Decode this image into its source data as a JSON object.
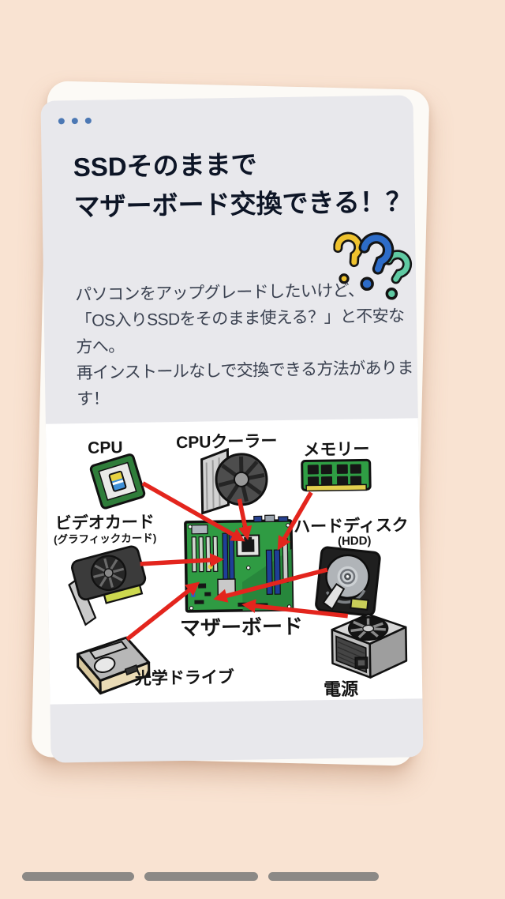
{
  "card": {
    "title_lines": [
      "SSDそのままで",
      "マザーボード交換できる！？"
    ],
    "body_lines": [
      "パソコンをアップグレードしたいけど、",
      "「OS入りSSDをそのまま使える？」と不安な",
      "方へ。",
      "再インストールなしで交換できる方法がありま",
      "す！"
    ]
  },
  "diagram": {
    "labels": {
      "cpu": "CPU",
      "cooler": "CPUクーラー",
      "memory": "メモリー",
      "gpu": "ビデオカード",
      "gpu_sub": "(グラフィックカード)",
      "hdd": "ハードディスク",
      "hdd_sub": "(HDD)",
      "motherboard": "マザーボード",
      "optical": "光学ドライブ",
      "psu": "電源"
    }
  },
  "colors": {
    "background": "#f9e3d2",
    "card_panel": "#e8e8ec",
    "paper": "#fcfaf6",
    "title_text": "#0d1526",
    "body_text": "#3a4150",
    "arrow_red": "#e3251d",
    "dots_blue": "#4c78b4",
    "qmark_yellow": "#efc22e",
    "qmark_blue": "#2d6cc8",
    "qmark_green": "#5fc9a2",
    "bottom_bar_gray": "#8c8986"
  }
}
